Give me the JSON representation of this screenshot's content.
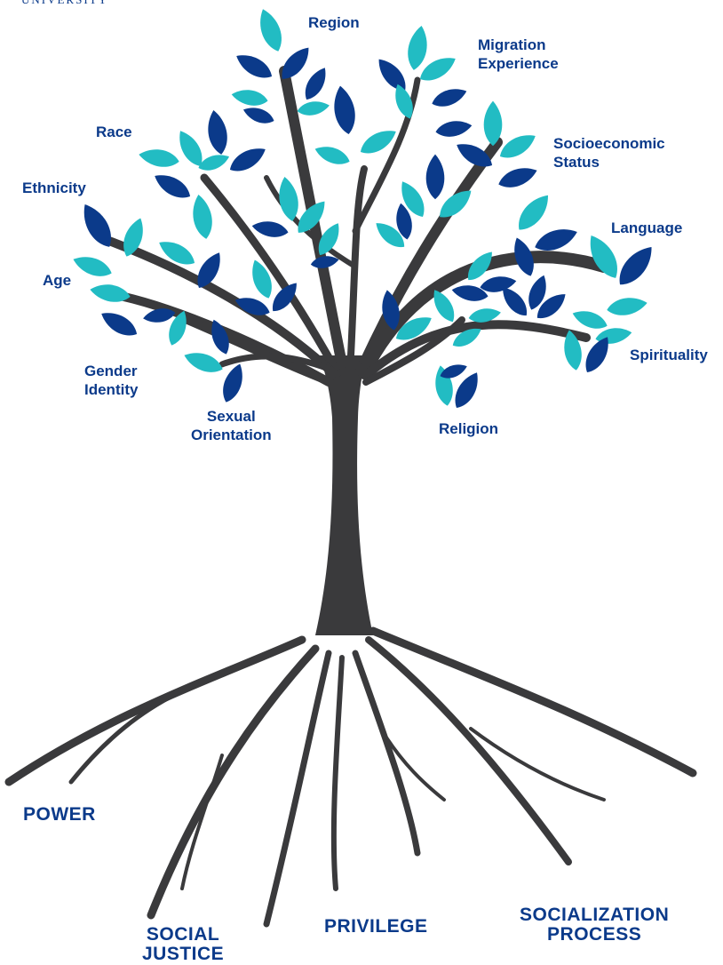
{
  "header": {
    "partial_text": "UNIVERSITY"
  },
  "colors": {
    "trunk": "#3a3a3c",
    "leaf_teal": "#22bcc3",
    "leaf_navy": "#0b3a8a",
    "label": "#0b3a8a"
  },
  "branch_labels": {
    "region": "Region",
    "migration": "Migration\nExperience",
    "race": "Race",
    "socioeconomic": "Socioeconomic\nStatus",
    "ethnicity": "Ethnicity",
    "language": "Language",
    "age": "Age",
    "spirituality": "Spirituality",
    "gender_identity": "Gender\nIdentity",
    "sexual_orientation": "Sexual\nOrientation",
    "religion": "Religion"
  },
  "root_labels": {
    "power": "POWER",
    "social_justice": "SOCIAL\nJUSTICE",
    "privilege": "PRIVILEGE",
    "socialization": "SOCIALIZATION\nPROCESS"
  }
}
